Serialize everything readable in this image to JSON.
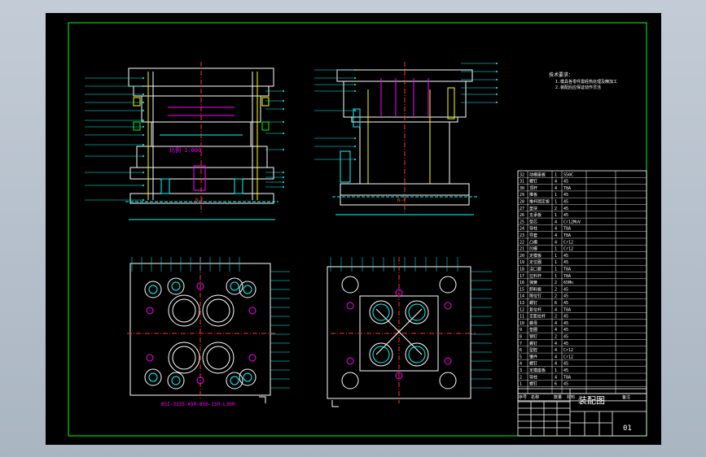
{
  "drawing": {
    "title": "装配图",
    "sheet_number": "01",
    "magenta_label": "BSI-3335-A50-B50-150-L300",
    "view_labels": [
      "N-C",
      "N-C"
    ],
    "notes": [
      "技术要求：",
      "1.模具各零件需经热处理及精加工",
      "2.装配后应保证动作灵活"
    ]
  },
  "colors": {
    "background": "#000000",
    "frame": "#00ff00",
    "lines": "#00ffff",
    "white": "#ffffff",
    "accent": "#ff00ff",
    "yellow": "#ffff00",
    "red": "#ff3030"
  },
  "bom": {
    "headers": [
      "序号",
      "名称",
      "数量",
      "材料",
      "备注"
    ],
    "rows": [
      [
        "32",
        "动模座板",
        "1",
        "S50C",
        "",
        ""
      ],
      [
        "31",
        "螺钉",
        "4",
        "45",
        "",
        ""
      ],
      [
        "30",
        "顶杆",
        "4",
        "T8A",
        "",
        ""
      ],
      [
        "29",
        "推板",
        "1",
        "45",
        "",
        ""
      ],
      [
        "28",
        "推杆固定板",
        "1",
        "45",
        "",
        ""
      ],
      [
        "27",
        "垫块",
        "2",
        "45",
        "",
        ""
      ],
      [
        "26",
        "支承板",
        "1",
        "45",
        "",
        ""
      ],
      [
        "25",
        "型芯",
        "4",
        "Cr12MoV",
        "",
        ""
      ],
      [
        "24",
        "导柱",
        "4",
        "T8A",
        "",
        ""
      ],
      [
        "23",
        "导套",
        "4",
        "T8A",
        "",
        ""
      ],
      [
        "22",
        "凸模",
        "4",
        "Cr12",
        "",
        ""
      ],
      [
        "21",
        "凹模",
        "1",
        "Cr12",
        "",
        ""
      ],
      [
        "20",
        "定模板",
        "1",
        "45",
        "",
        ""
      ],
      [
        "19",
        "定位圈",
        "1",
        "45",
        "",
        ""
      ],
      [
        "18",
        "浇口套",
        "1",
        "T8A",
        "",
        ""
      ],
      [
        "17",
        "拉料杆",
        "1",
        "T8A",
        "",
        ""
      ],
      [
        "16",
        "弹簧",
        "2",
        "65Mn",
        "",
        ""
      ],
      [
        "15",
        "卸料板",
        "2",
        "45",
        "",
        ""
      ],
      [
        "14",
        "限位钉",
        "2",
        "45",
        "",
        ""
      ],
      [
        "13",
        "螺钉",
        "6",
        "45",
        "",
        ""
      ],
      [
        "12",
        "复位杆",
        "4",
        "T8A",
        "",
        ""
      ],
      [
        "11",
        "定距拉杆",
        "2",
        "45",
        "",
        ""
      ],
      [
        "10",
        "螺母",
        "4",
        "45",
        "",
        ""
      ],
      [
        "9",
        "垫圈",
        "4",
        "45",
        "",
        ""
      ],
      [
        "8",
        "销钉",
        "2",
        "45",
        "",
        ""
      ],
      [
        "7",
        "螺钉",
        "4",
        "45",
        "",
        ""
      ],
      [
        "6",
        "型腔",
        "4",
        "Cr12",
        "",
        ""
      ],
      [
        "5",
        "镶件",
        "4",
        "Cr12",
        "",
        ""
      ],
      [
        "4",
        "螺钉",
        "4",
        "45",
        "",
        ""
      ],
      [
        "3",
        "定模座板",
        "1",
        "45",
        "",
        ""
      ],
      [
        "2",
        "导柱",
        "4",
        "T8A",
        "",
        ""
      ],
      [
        "1",
        "螺钉",
        "6",
        "45",
        "",
        ""
      ]
    ]
  }
}
